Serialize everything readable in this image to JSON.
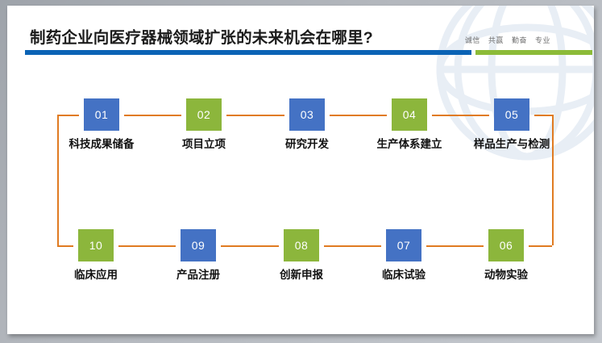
{
  "slide": {
    "title": "制药企业向医疗器械领域扩张的未来机会在哪里?",
    "tagline": [
      "诚信",
      "共赢",
      "勤奋",
      "专业"
    ],
    "colors": {
      "rule_blue": "#0b63b5",
      "rule_green": "#8cbb38",
      "box_blue": "#4472c4",
      "box_green": "#8cb63c",
      "connector": "#e07b21",
      "title_text": "#1b1b1b"
    }
  },
  "process": {
    "top_row": [
      {
        "number": "01",
        "label": "科技成果储备",
        "color": "blue"
      },
      {
        "number": "02",
        "label": "项目立项",
        "color": "green"
      },
      {
        "number": "03",
        "label": "研究开发",
        "color": "blue"
      },
      {
        "number": "04",
        "label": "生产体系建立",
        "color": "green"
      },
      {
        "number": "05",
        "label": "样品生产与检测",
        "color": "blue"
      }
    ],
    "bottom_row": [
      {
        "number": "10",
        "label": "临床应用",
        "color": "green"
      },
      {
        "number": "09",
        "label": "产品注册",
        "color": "blue"
      },
      {
        "number": "08",
        "label": "创新申报",
        "color": "green"
      },
      {
        "number": "07",
        "label": "临床试验",
        "color": "blue"
      },
      {
        "number": "06",
        "label": "动物实验",
        "color": "green"
      }
    ]
  }
}
